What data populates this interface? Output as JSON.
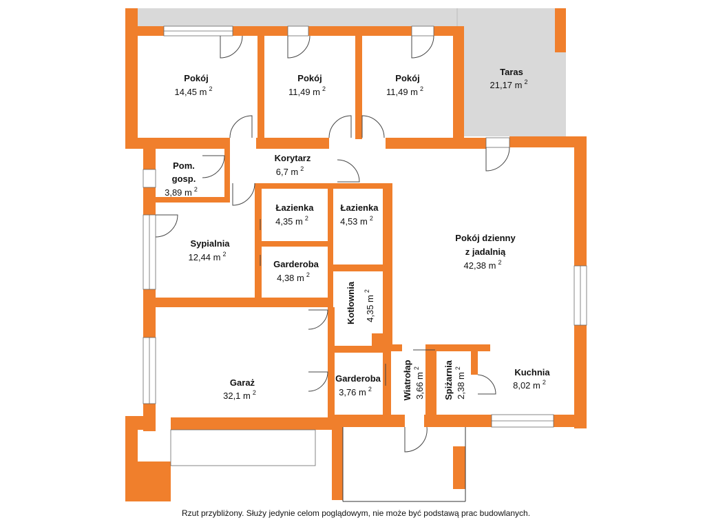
{
  "colors": {
    "wall": "#F07F2C",
    "terrace": "#D9D9D9",
    "floor": "#FFFFFF",
    "line": "#444444"
  },
  "rooms": {
    "pokoj1": {
      "name": "Pokój",
      "area": "14,45 m",
      "sup": "2"
    },
    "pokoj2": {
      "name": "Pokój",
      "area": "11,49 m",
      "sup": "2"
    },
    "pokoj3": {
      "name": "Pokój",
      "area": "11,49 m",
      "sup": "2"
    },
    "taras": {
      "name": "Taras",
      "area": "21,17 m",
      "sup": "2"
    },
    "pom_gosp": {
      "name1": "Pom.",
      "name2": "gosp.",
      "area": "3,89 m",
      "sup": "2"
    },
    "korytarz": {
      "name": "Korytarz",
      "area": "6,7 m",
      "sup": "2"
    },
    "lazienka1": {
      "name": "Łazienka",
      "area": "4,35 m",
      "sup": "2"
    },
    "lazienka2": {
      "name": "Łazienka",
      "area": "4,53 m",
      "sup": "2"
    },
    "pokoj_dzienny": {
      "name1": "Pokój dzienny",
      "name2": "z jadalnią",
      "area": "42,38 m",
      "sup": "2"
    },
    "sypialnia": {
      "name": "Sypialnia",
      "area": "12,44 m",
      "sup": "2"
    },
    "garderoba1": {
      "name": "Garderoba",
      "area": "4,38 m",
      "sup": "2"
    },
    "kotlownia": {
      "name": "Kotłownia",
      "area": "4,35 m",
      "sup": "2"
    },
    "garaz": {
      "name": "Garaż",
      "area": "32,1 m",
      "sup": "2"
    },
    "garderoba2": {
      "name": "Garderoba",
      "area": "3,76 m",
      "sup": "2"
    },
    "wiatrolap": {
      "name": "Wiatrołap",
      "area": "3,66 m",
      "sup": "2"
    },
    "spizarnia": {
      "name": "Spiżarnia",
      "area": "2,38 m",
      "sup": "2"
    },
    "kuchnia": {
      "name": "Kuchnia",
      "area": "8,02 m",
      "sup": "2"
    }
  },
  "disclaimer": "Rzut przybliżony. Służy jedynie celom poglądowym, nie może być podstawą prac budowlanych."
}
